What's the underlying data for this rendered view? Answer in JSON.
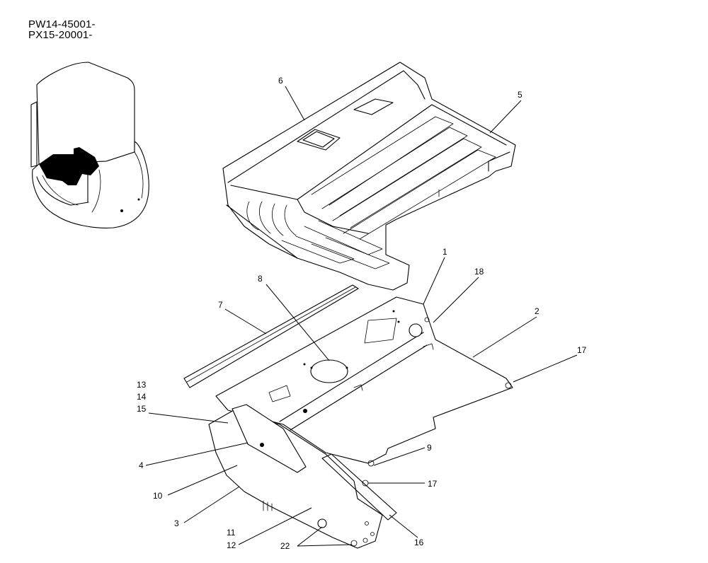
{
  "serials": [
    "PW14-45001-",
    "PX15-20001-"
  ],
  "callouts": {
    "c1": "1",
    "c2": "2",
    "c3": "3",
    "c4": "4",
    "c5": "5",
    "c6": "6",
    "c7": "7",
    "c8": "8",
    "c9": "9",
    "c10": "10",
    "c11": "11",
    "c12": "12",
    "c13": "13",
    "c14": "14",
    "c15": "15",
    "c16": "16",
    "c17a": "17",
    "c17b": "17",
    "c18": "18",
    "c22": "22"
  }
}
